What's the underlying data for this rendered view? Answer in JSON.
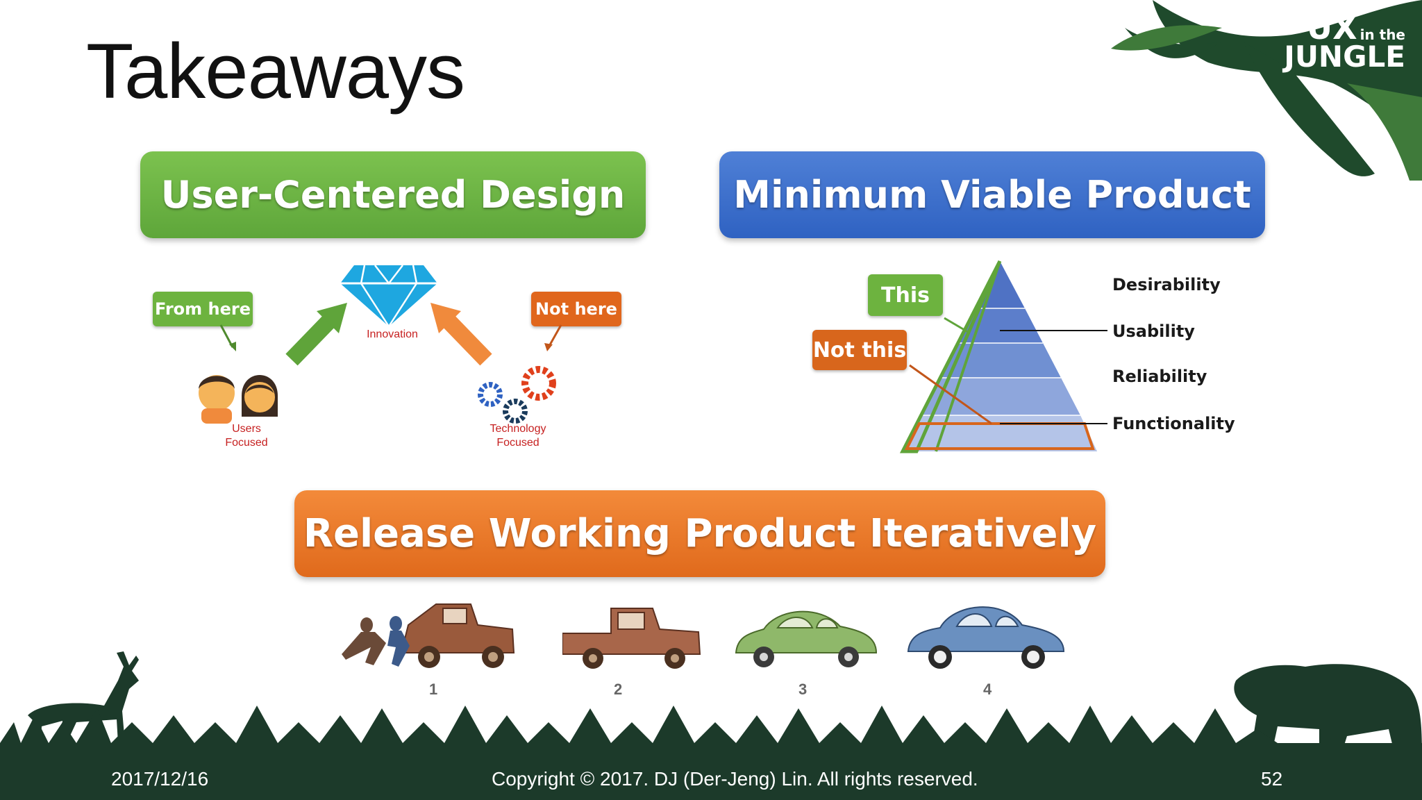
{
  "slide": {
    "title": "Takeaways",
    "page_number": "52"
  },
  "logo": {
    "line1": "UX",
    "line1_small": "in the",
    "line2": "JUNGLE"
  },
  "banners": {
    "ucd": "User-Centered Design",
    "mvp": "Minimum Viable Product",
    "release": "Release Working Product Iteratively"
  },
  "ucd_diagram": {
    "from_here": "From here",
    "not_here": "Not here",
    "innovation": "Innovation",
    "users_line1": "Users",
    "users_line2": "Focused",
    "tech_line1": "Technology",
    "tech_line2": "Focused"
  },
  "mvp_diagram": {
    "this": "This",
    "not_this": "Not this",
    "levels": [
      "Desirability",
      "Usability",
      "Reliability",
      "Functionality"
    ]
  },
  "cars": {
    "numbers": [
      "1",
      "2",
      "3",
      "4"
    ]
  },
  "footer": {
    "date": "2017/12/16",
    "copyright": "Copyright © 2017. DJ (Der-Jeng) Lin. All rights reserved."
  },
  "colors": {
    "green": "#6db33f",
    "blue": "#2f62c2",
    "orange": "#e06a1c",
    "footer": "#1c3a2a"
  }
}
